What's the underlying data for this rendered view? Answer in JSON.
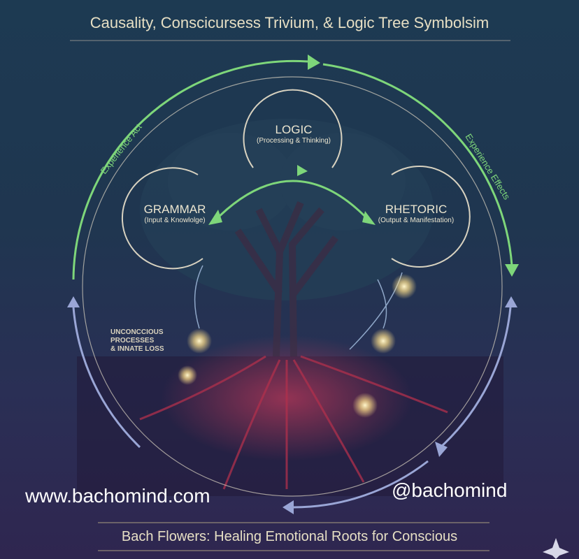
{
  "title": "Causality, Conscicursess Trivium, & Logic Tree Symbolsim",
  "footer": "Bach Flowers: Healing Emotional Roots for Conscious",
  "cycle": {
    "left_label": "Experience Act",
    "right_label": "Experience Effects"
  },
  "nodes": [
    {
      "name": "LOGIC",
      "sub": "(Processing & Thinking)"
    },
    {
      "name": "GRAMMAR",
      "sub": "(Input & Knowlolge)"
    },
    {
      "name": "RHETORIC",
      "sub": "(Output & Manifestation)"
    }
  ],
  "unconscious_label": [
    "UNCONCCIOUS",
    "PROCESSES",
    "& INNATE LOSS"
  ],
  "watermarks": {
    "website": "www.bachomind.com",
    "handle": "@bachomind"
  },
  "colors": {
    "green": "#7ed67a",
    "ring": "#d8d2c0",
    "lower_arrow": "#9aa6d6",
    "glow": "#ffe9a8"
  }
}
